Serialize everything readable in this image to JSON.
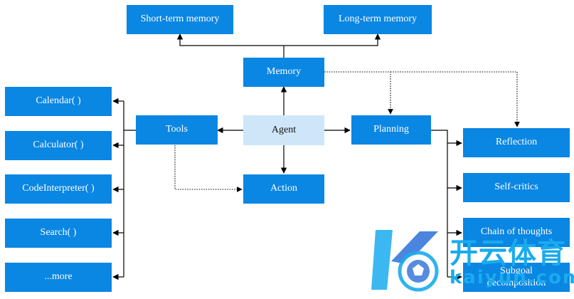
{
  "nodes": {
    "short_term_memory": "Short-term memory",
    "long_term_memory": "Long-term memory",
    "memory": "Memory",
    "tools": "Tools",
    "agent": "Agent",
    "planning": "Planning",
    "action": "Action",
    "calendar": "Calendar( )",
    "calculator": "Calculator( )",
    "code_interpreter": "CodeInterpreter( )",
    "search": "Search( )",
    "more": "...more",
    "reflection": "Reflection",
    "self_critics": "Self-critics",
    "chain_of_thoughts": "Chain of thoughts",
    "subgoal_line1": "Subgoal",
    "subgoal_line2": "decomposition"
  },
  "watermark": {
    "chinese": "开云体育",
    "latin": "kaiyun.com"
  },
  "colors": {
    "node_fill": "#0a86e3",
    "agent_fill": "#cfe6f8",
    "line": "#000000",
    "watermark": "#19abee"
  }
}
